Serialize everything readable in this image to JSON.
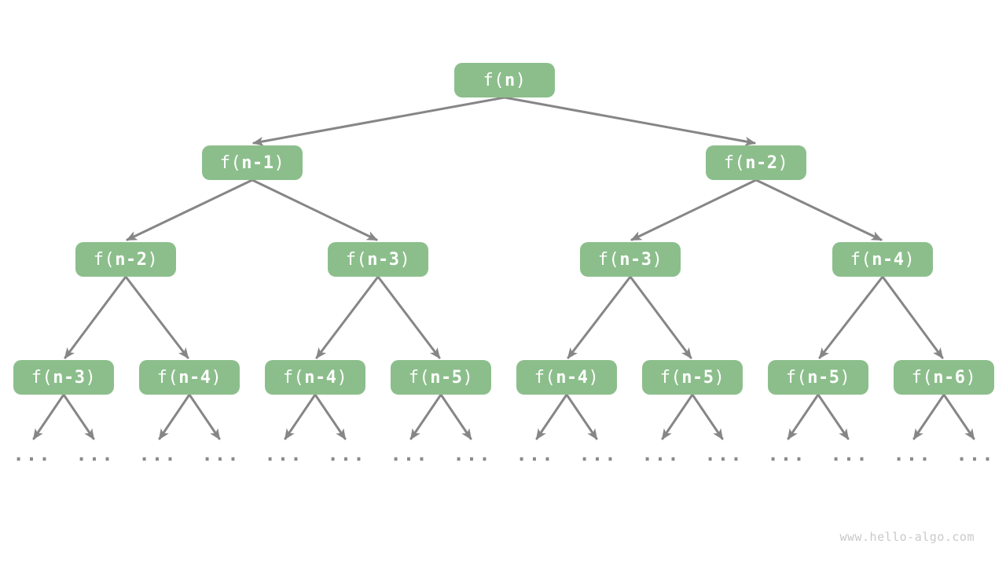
{
  "colors": {
    "background": "#ffffff",
    "node_fill": "#8CBE8C",
    "node_text": "#ffffff",
    "arrow": "#868686",
    "ellipsis": "#8a8a8a",
    "watermark": "#c9c9c9"
  },
  "watermark": "www.hello-algo.com",
  "tree": {
    "description": "fibonacci-recursion-tree",
    "function_prefix": "f(",
    "function_suffix": ")",
    "ellipsis": "...",
    "levels": [
      {
        "nodes": [
          {
            "label": "f(n)",
            "arg": "n"
          }
        ]
      },
      {
        "nodes": [
          {
            "label": "f(n-1)",
            "arg": "n-1"
          },
          {
            "label": "f(n-2)",
            "arg": "n-2"
          }
        ]
      },
      {
        "nodes": [
          {
            "label": "f(n-2)",
            "arg": "n-2"
          },
          {
            "label": "f(n-3)",
            "arg": "n-3"
          },
          {
            "label": "f(n-3)",
            "arg": "n-3"
          },
          {
            "label": "f(n-4)",
            "arg": "n-4"
          }
        ]
      },
      {
        "nodes": [
          {
            "label": "f(n-3)",
            "arg": "n-3"
          },
          {
            "label": "f(n-4)",
            "arg": "n-4"
          },
          {
            "label": "f(n-4)",
            "arg": "n-4"
          },
          {
            "label": "f(n-5)",
            "arg": "n-5"
          },
          {
            "label": "f(n-4)",
            "arg": "n-4"
          },
          {
            "label": "f(n-5)",
            "arg": "n-5"
          },
          {
            "label": "f(n-5)",
            "arg": "n-5"
          },
          {
            "label": "f(n-6)",
            "arg": "n-6"
          }
        ]
      }
    ]
  }
}
